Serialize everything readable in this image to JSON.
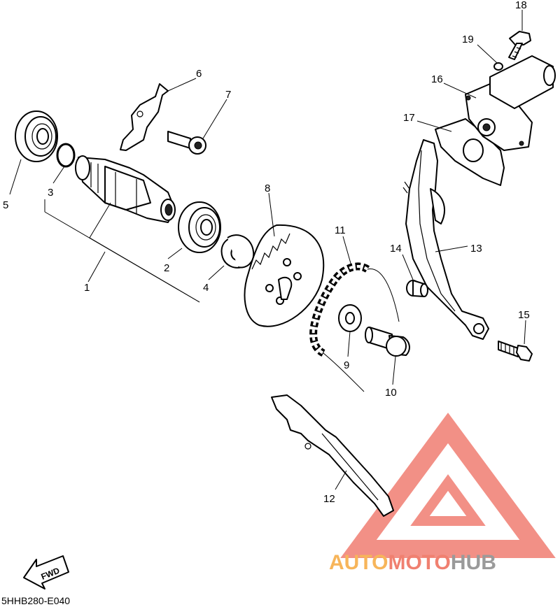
{
  "callouts": {
    "c1": "1",
    "c2": "2",
    "c3": "3",
    "c4": "4",
    "c5": "5",
    "c6": "6",
    "c7": "7",
    "c8": "8",
    "c9": "9",
    "c10": "10",
    "c11": "11",
    "c12": "12",
    "c13": "13",
    "c14": "14",
    "c15": "15",
    "c16": "16",
    "c17": "17",
    "c18": "18",
    "c19": "19"
  },
  "fwd_label": "FWD",
  "diagram_code": "5HHB280-E040",
  "watermark": {
    "part1": "AUTO",
    "part2": "MOTO",
    "part3": "HUB",
    "color_auto": "#f7b55a",
    "color_moto": "#f08070",
    "color_hub": "#9a9a9a",
    "triangle_color": "#ee6b5e"
  }
}
